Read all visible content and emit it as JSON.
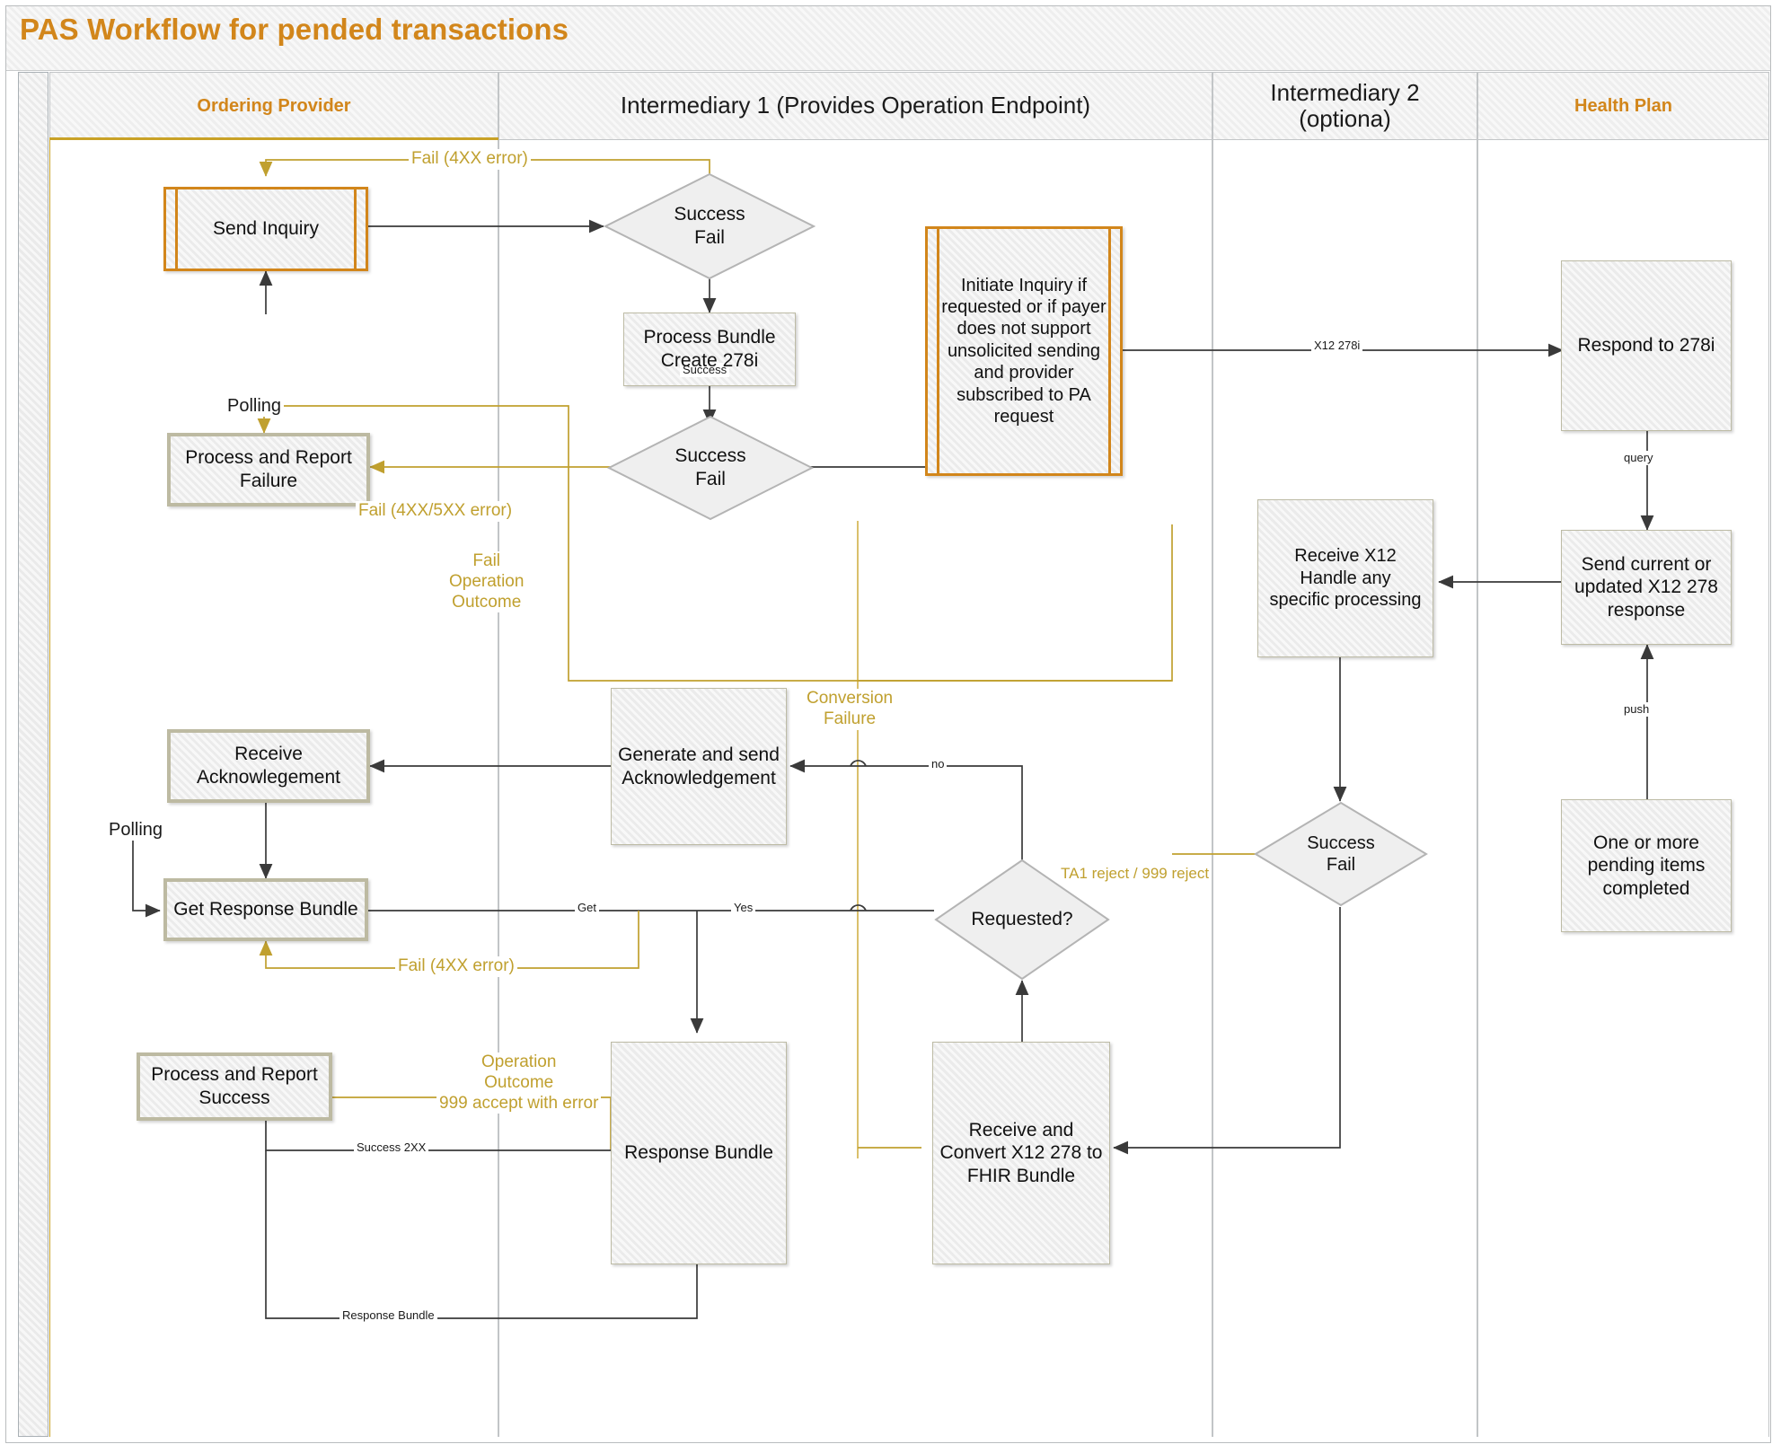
{
  "title": "PAS Workflow for pended transactions",
  "lanes": [
    {
      "id": "ordering-provider",
      "label": "Ordering Provider",
      "style": "bold"
    },
    {
      "id": "intermediary-1",
      "label": "Intermediary 1 (Provides Operation Endpoint)",
      "style": "plain"
    },
    {
      "id": "intermediary-2",
      "label": "Intermediary 2\n(optiona)",
      "style": "plain"
    },
    {
      "id": "health-plan",
      "label": "Health Plan",
      "style": "bold"
    }
  ],
  "colors": {
    "accent_orange": "#d2861b",
    "edge_gold": "#c0a02f",
    "edge_dark": "#3a3a3a",
    "node_fill": "#efefef",
    "node_border": "#bdbba5"
  },
  "nodes": {
    "send_inquiry": "Send Inquiry",
    "success_fail_1": "Success\nFail",
    "process_bundle": "Process Bundle\nCreate 278i",
    "success_fail_2": "Success\nFail",
    "initiate_inquiry": "Initiate Inquiry if requested or if payer does not support unsolicited sending and provider subscribed to PA request",
    "respond_278i": "Respond to 278i",
    "send_current": "Send current or updated X12 278 response",
    "receive_x12": "Receive X12\nHandle any\nspecific processing",
    "pending_completed": "One or more pending items completed",
    "process_report_failure": "Process and Report Failure",
    "receive_ack": "Receive Acknowlegement",
    "generate_ack": "Generate and send Acknowledgement",
    "get_response_bundle": "Get Response Bundle",
    "requested": "Requested?",
    "success_fail_3": "Success\nFail",
    "process_report_success": "Process and Report Success",
    "response_bundle": "Response Bundle",
    "receive_convert": "Receive and Convert X12 278 to FHIR Bundle"
  },
  "edge_labels": {
    "fail_4xx_top": "Fail (4XX error)",
    "polling_top": "Polling",
    "success_1": "Success",
    "fail_4xx_5xx": "Fail (4XX/5XX error)",
    "fail_operation_outcome": "Fail\nOperation\nOutcome",
    "x12_278i": "X12 278i",
    "query": "query",
    "push": "push",
    "conversion_failure": "Conversion\nFailure",
    "no": "no",
    "polling_mid": "Polling",
    "get": "Get",
    "yes": "Yes",
    "ta1_999_reject": "TA1 reject / 999 reject",
    "fail_4xx_bottom": "Fail (4XX error)",
    "operation_outcome_999": "Operation\nOutcome\n999 accept with error",
    "success_2xx": "Success 2XX",
    "response_bundle_edge": "Response Bundle"
  }
}
